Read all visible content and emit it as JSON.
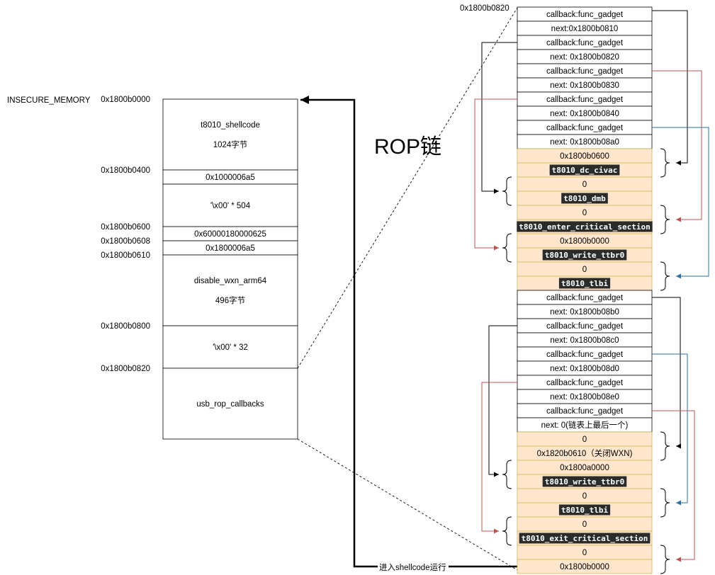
{
  "memory": {
    "region_label": "INSECURE_MEMORY",
    "addresses": [
      "0x1800b0000",
      "0x1800b0400",
      "0x1800b0600",
      "0x1800b0608",
      "0x1800b0610",
      "0x1800b0800",
      "0x1800b0820"
    ],
    "blocks": [
      {
        "lines": [
          "t8010_shellcode",
          "1024字节"
        ]
      },
      {
        "lines": [
          "0x1000006a5"
        ]
      },
      {
        "lines": [
          "'\\x00' * 504"
        ]
      },
      {
        "lines": [
          "0x60000180000625"
        ]
      },
      {
        "lines": [
          "0x1800006a5"
        ]
      },
      {
        "lines": [
          "disable_wxn_arm64",
          "496字节"
        ]
      },
      {
        "lines": [
          "'\\x00' * 32"
        ]
      },
      {
        "lines": [
          "usb_rop_callbacks"
        ]
      }
    ]
  },
  "rop": {
    "title": "ROP链",
    "start_address": "0x1800b0820",
    "cells": [
      {
        "text": "callback:func_gadget",
        "code": false
      },
      {
        "text": "next:0x1800b0810",
        "code": false
      },
      {
        "text": "callback:func_gadget",
        "code": false
      },
      {
        "text": "next: 0x1800b0820",
        "code": false
      },
      {
        "text": "callback:func_gadget",
        "code": false
      },
      {
        "text": "next: 0x1800b0830",
        "code": false
      },
      {
        "text": "callback:func_gadget",
        "code": false
      },
      {
        "text": "next: 0x1800b0840",
        "code": false
      },
      {
        "text": "callback:func_gadget",
        "code": false
      },
      {
        "text": "next: 0x1800b08a0",
        "code": false
      },
      {
        "text": "0x1800b0600",
        "code": false
      },
      {
        "text": "t8010_dc_civac",
        "code": true
      },
      {
        "text": "0",
        "code": false
      },
      {
        "text": "t8010_dmb",
        "code": true
      },
      {
        "text": "0",
        "code": false
      },
      {
        "text": "t8010_enter_critical_section",
        "code": true
      },
      {
        "text": "0x1800b0000",
        "code": false
      },
      {
        "text": "t8010_write_ttbr0",
        "code": true
      },
      {
        "text": "0",
        "code": false
      },
      {
        "text": "t8010_tlbi",
        "code": true
      },
      {
        "text": "callback:func_gadget",
        "code": false
      },
      {
        "text": "next: 0x1800b08b0",
        "code": false
      },
      {
        "text": "callback:func_gadget",
        "code": false
      },
      {
        "text": "next: 0x1800b08c0",
        "code": false
      },
      {
        "text": "callback:func_gadget",
        "code": false
      },
      {
        "text": "next: 0x1800b08d0",
        "code": false
      },
      {
        "text": "callback:func_gadget",
        "code": false
      },
      {
        "text": "next: 0x1800b08e0",
        "code": false
      },
      {
        "text": "callback:func_gadget",
        "code": false
      },
      {
        "text": "next: 0(链表上最后一个)",
        "code": false
      },
      {
        "text": "0",
        "code": false
      },
      {
        "text": "0x1820b0610（关闭WXN)",
        "code": false
      },
      {
        "text": "0x1800a0000",
        "code": false
      },
      {
        "text": "t8010_write_ttbr0",
        "code": true
      },
      {
        "text": "0",
        "code": false
      },
      {
        "text": "t8010_tlbi",
        "code": true
      },
      {
        "text": "0",
        "code": false
      },
      {
        "text": "t8010_exit_critical_section",
        "code": true
      },
      {
        "text": "0",
        "code": false
      },
      {
        "text": "0x1800b0000",
        "code": false
      }
    ]
  },
  "jump_label": "进入shellcode运行",
  "colors": {
    "data_fill": "#ffe6cc",
    "data_stroke": "#d6b656",
    "red": "#b85450",
    "blue": "#2a6fa0",
    "code_bg": "#2b2b2b",
    "code_fg": "#ffffff"
  }
}
